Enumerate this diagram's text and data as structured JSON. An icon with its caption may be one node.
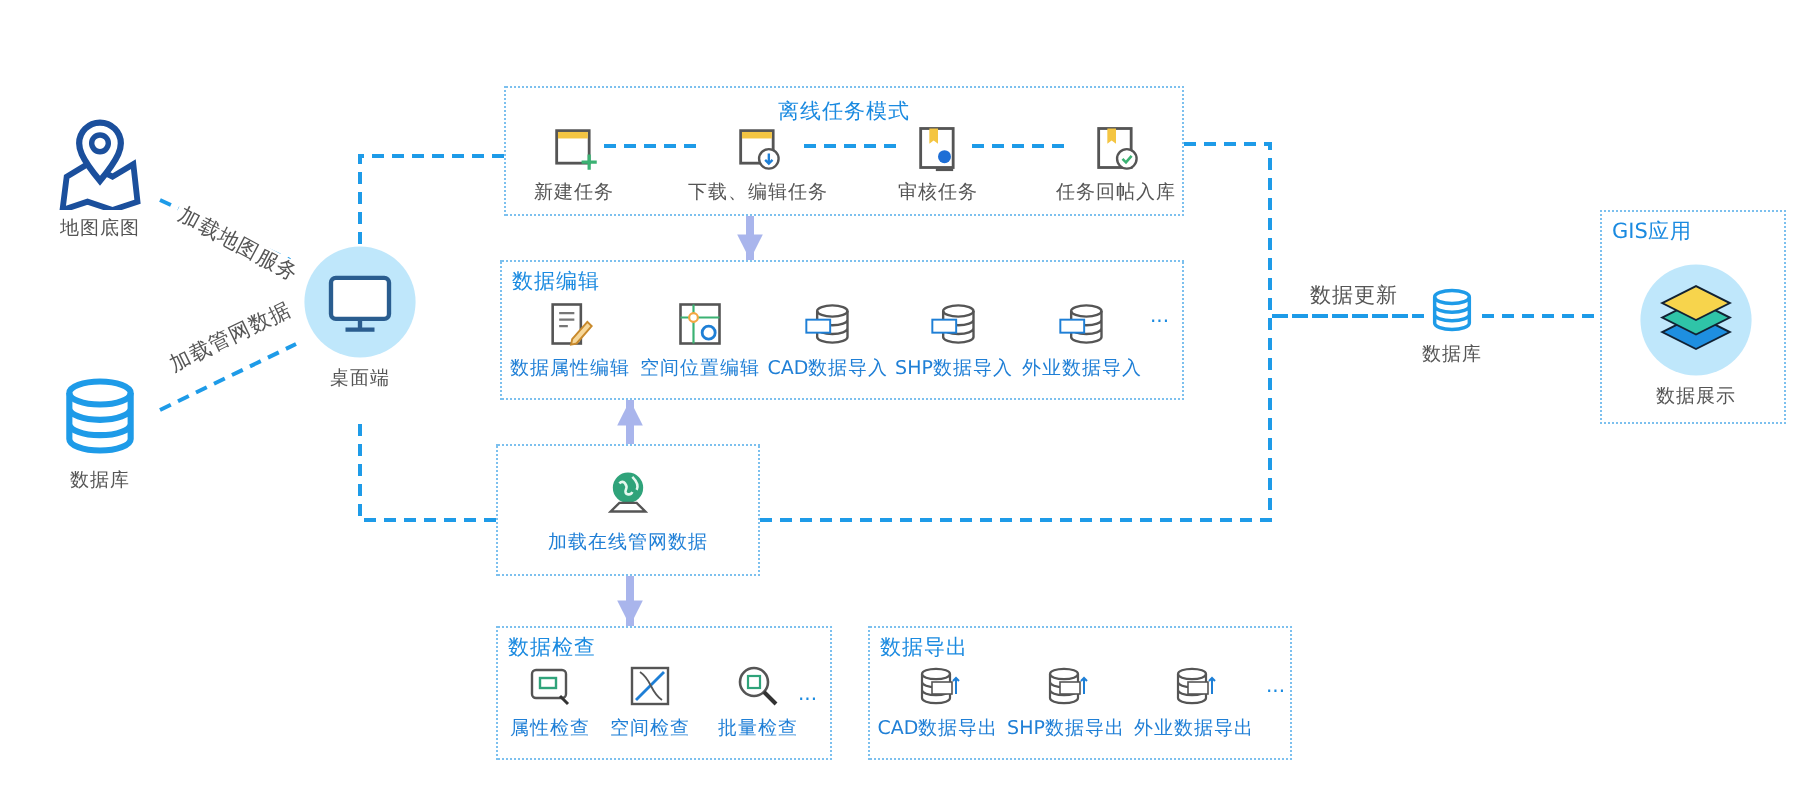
{
  "diagram": {
    "nodes": [
      {
        "text": [
          "地图底图"
        ]
      },
      {
        "text": [
          "数据库"
        ]
      },
      {
        "text": [
          "桌面端"
        ]
      },
      {
        "text": [
          "离线任务模式"
        ]
      },
      {
        "text": [
          "新建任务"
        ],
        "in": 3
      },
      {
        "text": [
          "下载、编辑任务"
        ],
        "in": 3
      },
      {
        "text": [
          "审核任务"
        ],
        "in": 3
      },
      {
        "text": [
          "任务回帖入库"
        ],
        "in": 3
      },
      {
        "text": [
          "数据编辑",
          "..."
        ]
      },
      {
        "text": [
          "数据属性编辑"
        ],
        "in": 8
      },
      {
        "text": [
          "空间位置编辑"
        ],
        "in": 8
      },
      {
        "text": [
          "CAD数据导入"
        ],
        "in": 8
      },
      {
        "text": [
          "SHP数据导入"
        ],
        "in": 8
      },
      {
        "text": [
          "外业数据导入"
        ],
        "in": 8
      },
      {
        "text": [
          "加载在线管网数据"
        ]
      },
      {
        "text": [
          "数据检查",
          "..."
        ]
      },
      {
        "text": [
          "属性检查"
        ],
        "in": 15
      },
      {
        "text": [
          "空间检查"
        ],
        "in": 15
      },
      {
        "text": [
          "批量检查"
        ],
        "in": 15
      },
      {
        "text": [
          "数据导出",
          "..."
        ]
      },
      {
        "text": [
          "CAD数据导出"
        ],
        "in": 19
      },
      {
        "text": [
          "SHP数据导出"
        ],
        "in": 19
      },
      {
        "text": [
          "外业数据导出"
        ],
        "in": 19
      },
      {
        "text": [
          "数据库"
        ]
      },
      {
        "text": [
          "GIS应用"
        ]
      },
      {
        "text": [
          "数据展示"
        ],
        "in": 24
      }
    ],
    "edges": [
      {
        "from": 0,
        "to": 2,
        "arrow": "none",
        "label": "加载地图服务",
        "style": "dashed"
      },
      {
        "from": 1,
        "to": 2,
        "arrow": "none",
        "label": "加载管网数据",
        "style": "dashed"
      },
      {
        "from": 2,
        "to": 3,
        "arrow": "none",
        "style": "dashed"
      },
      {
        "from": 2,
        "to": 14,
        "arrow": "none",
        "style": "dashed"
      },
      {
        "from": 4,
        "to": 5,
        "arrow": "none",
        "style": "dashed"
      },
      {
        "from": 5,
        "to": 6,
        "arrow": "none",
        "style": "dashed"
      },
      {
        "from": 6,
        "to": 7,
        "arrow": "none",
        "style": "dashed"
      },
      {
        "from": 3,
        "to": 8,
        "arrow": "to",
        "style": "thick",
        "color": "#a9b5ec"
      },
      {
        "from": 14,
        "to": 8,
        "arrow": "to",
        "style": "thick",
        "color": "#a9b5ec"
      },
      {
        "from": 14,
        "to": 15,
        "arrow": "to",
        "style": "thick",
        "color": "#a9b5ec"
      },
      {
        "from": 3,
        "to": 23,
        "arrow": "none",
        "label": "数据更新",
        "style": "dashed"
      },
      {
        "from": 14,
        "to": 23,
        "arrow": "none",
        "style": "dashed"
      },
      {
        "from": 23,
        "to": 24,
        "arrow": "none",
        "style": "dashed"
      }
    ]
  }
}
